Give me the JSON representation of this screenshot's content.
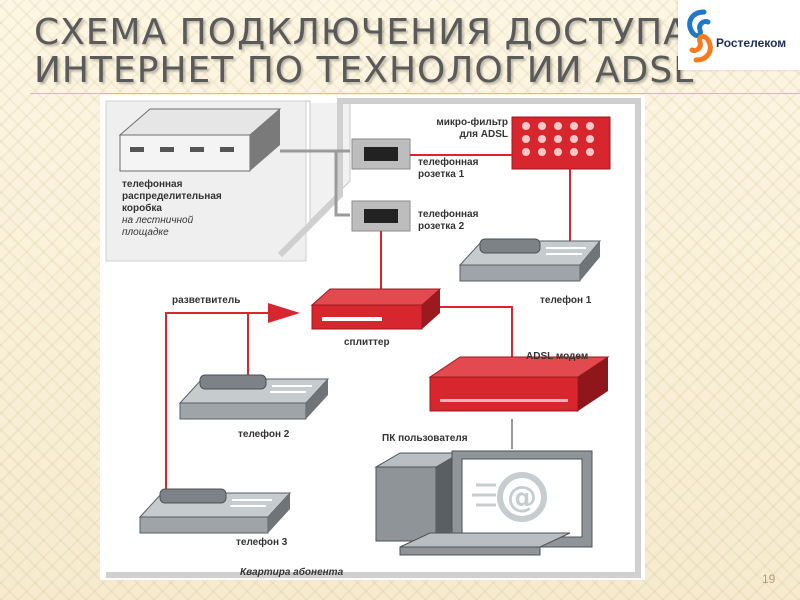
{
  "slide": {
    "title_line1": "Схема подключения доступа в",
    "title_line2": "интернет по технологии ADSL",
    "number": "19"
  },
  "logo": {
    "text": "Ростелеком",
    "icon": "rostelecom-logo-icon",
    "colors": {
      "blue": "#1f77c9",
      "orange": "#f47b20",
      "navy": "#1f2f5c"
    }
  },
  "diagram": {
    "colors": {
      "line_red": "#d7262d",
      "line_gray": "#9a9a9a",
      "device_red": "#d7262d",
      "device_gray": "#9ea4a8"
    },
    "labels": {
      "box_line1": "телефонная",
      "box_line2": "распределительная",
      "box_line3": "коробка",
      "box_line4": "на лестничной",
      "box_line5": "площадке",
      "microfilter_line1": "микро-фильтр",
      "microfilter_line2": "для ADSL",
      "socket1_line1": "телефонная",
      "socket1_line2": "розетка 1",
      "socket2_line1": "телефонная",
      "socket2_line2": "розетка 2",
      "phone1": "телефон 1",
      "splitter_branch": "разветвитель",
      "splitter": "сплиттер",
      "modem": "ADSL модем",
      "pc": "ПК пользователя",
      "phone2": "телефон 2",
      "phone3": "телефон 3",
      "apartment": "Квартира абонента"
    }
  }
}
